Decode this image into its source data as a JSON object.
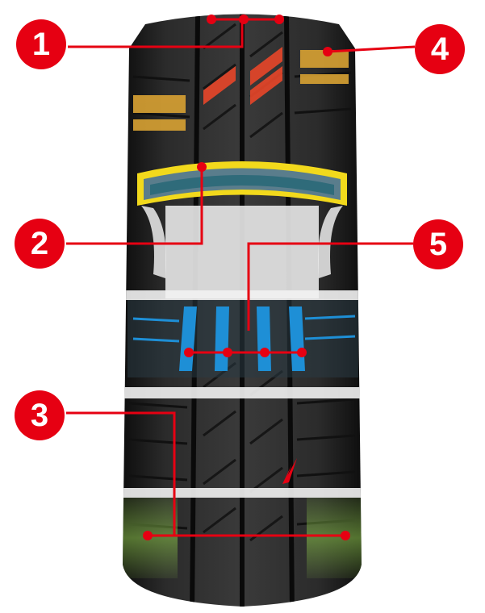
{
  "callouts": [
    {
      "id": "1",
      "label": "1"
    },
    {
      "id": "2",
      "label": "2"
    },
    {
      "id": "3",
      "label": "3"
    },
    {
      "id": "4",
      "label": "4"
    },
    {
      "id": "5",
      "label": "5"
    }
  ],
  "colors": {
    "callout_red": "#e60012",
    "tire_dark": "#1f1f1f",
    "highlight_orange": "#e8462a",
    "highlight_gold": "#d9a233",
    "highlight_blue": "#1e8fd6",
    "highlight_yellow_belt": "#f2d91c",
    "highlight_green": "#8bc34a",
    "band_white": "#f2f2f2"
  },
  "icons": [
    "tire-icon",
    "callout-connector-icon"
  ]
}
